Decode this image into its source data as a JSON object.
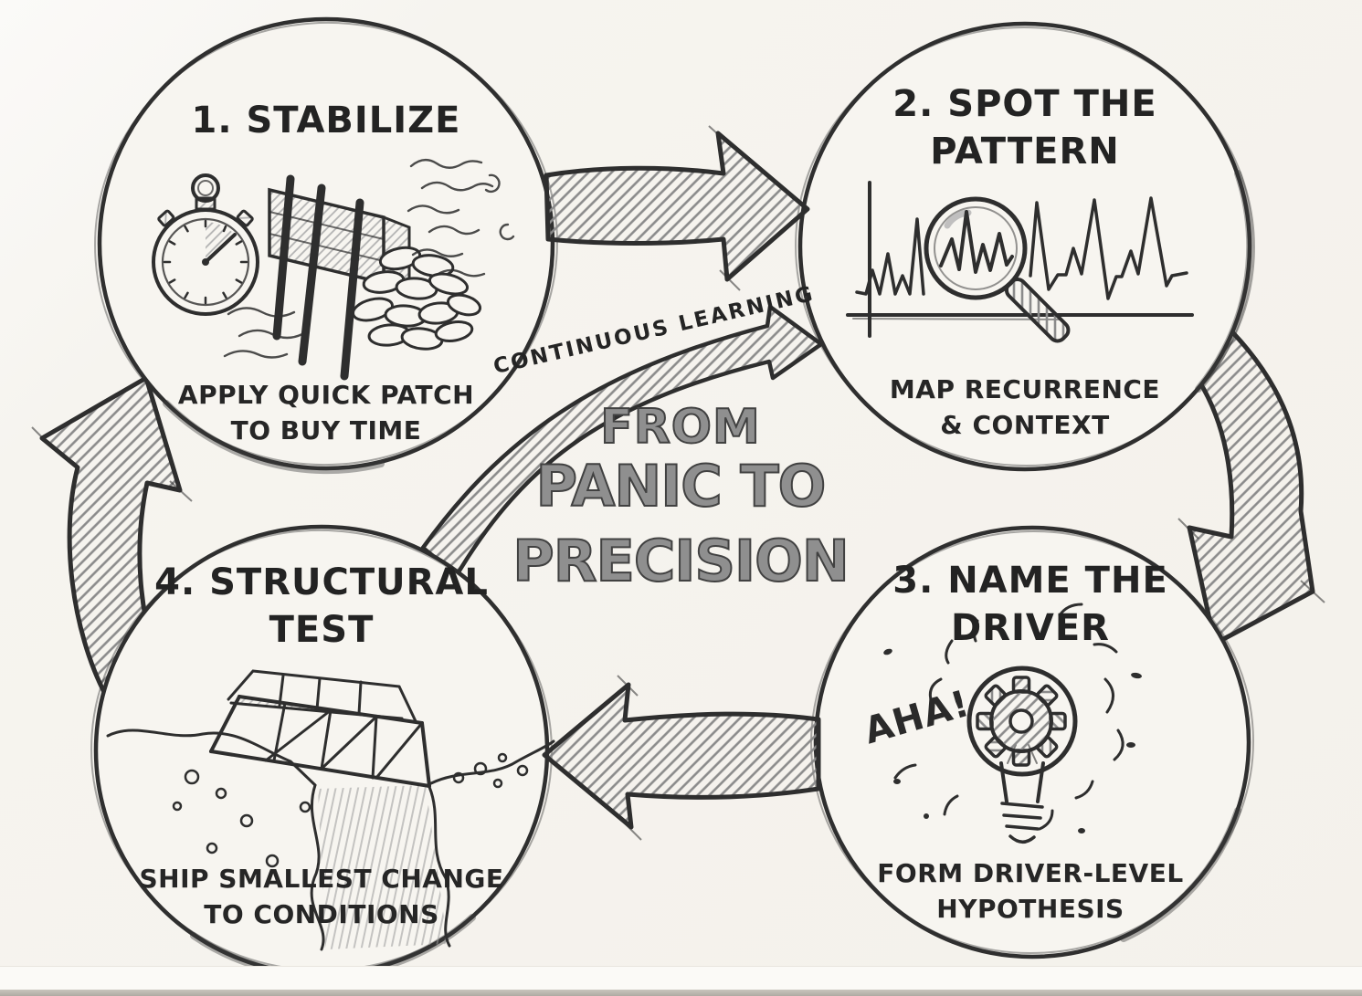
{
  "meta": {
    "style": "hand-drawn pencil sketch cycle diagram"
  },
  "colors": {
    "paper": "#f6f4ef",
    "ink": "#2e2e2e",
    "pencil_hatch": "#8b8b8b",
    "title_fill": "#8f8f8f"
  },
  "title": {
    "line1": "FROM",
    "line2": "PANIC TO",
    "line3": "PRECISION"
  },
  "center_arrow": {
    "label": "CONTINUOUS LEARNING"
  },
  "nodes": [
    {
      "step": "1",
      "title_line1": "1. STABILIZE",
      "title_line2": "",
      "caption_line1": "APPLY QUICK PATCH",
      "caption_line2": "TO BUY TIME",
      "icon": "stopwatch-and-flood-barrier-icon"
    },
    {
      "step": "2",
      "title_line1": "2. SPOT THE",
      "title_line2": "PATTERN",
      "caption_line1": "MAP RECURRENCE",
      "caption_line2": "& CONTEXT",
      "icon": "magnifier-over-chart-icon"
    },
    {
      "step": "3",
      "title_line1": "3. NAME THE",
      "title_line2": "DRIVER",
      "caption_line1": "FORM DRIVER-LEVEL",
      "caption_line2": "HYPOTHESIS",
      "icon": "lightbulb-gear-icon",
      "annotation": "AHA!"
    },
    {
      "step": "4",
      "title_line1": "4. STRUCTURAL",
      "title_line2": "TEST",
      "caption_line1": "SHIP SMALLEST CHANGE",
      "caption_line2": "TO CONDITIONS",
      "icon": "truss-bridge-icon"
    }
  ]
}
